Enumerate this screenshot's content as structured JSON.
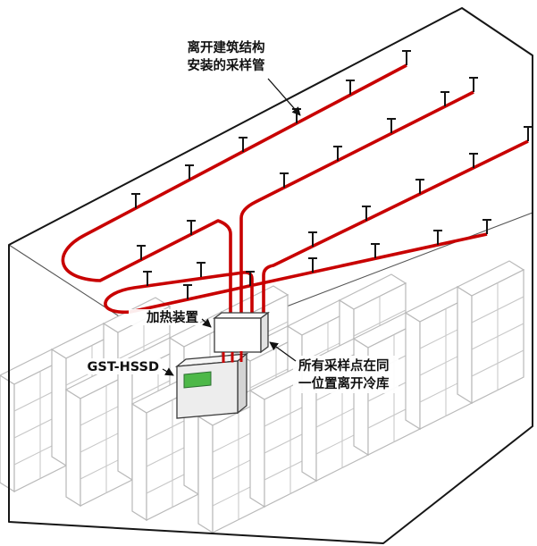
{
  "diagram": {
    "labels": {
      "pipe_note_line1": "离开建筑结构",
      "pipe_note_line2": "安装的采样管",
      "heater": "加热装置",
      "detector_model": "GST-HSSD",
      "exit_note_line1": "所有采样点在同",
      "exit_note_line2": "一位置离开冷库"
    },
    "colors": {
      "pipe": "#c80000",
      "outline": "#161616",
      "shelf_line": "#b9b9b9",
      "display_green": "#4db848"
    }
  }
}
